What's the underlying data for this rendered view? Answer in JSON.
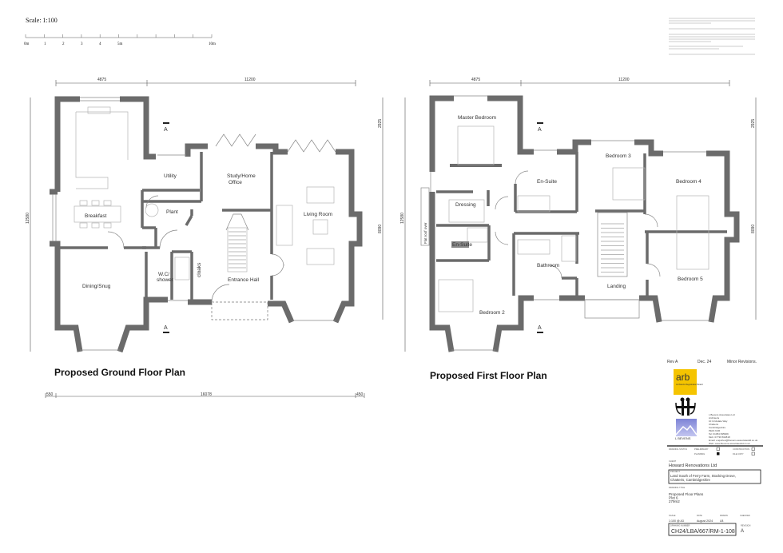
{
  "scale_bar": {
    "title": "Scale: 1:100",
    "ticks": [
      "0m",
      "1",
      "2",
      "3",
      "4",
      "5m",
      "10m"
    ]
  },
  "ground_floor": {
    "title": "Proposed Ground Floor Plan",
    "dims": {
      "top_left": "4875",
      "top_right": "11200",
      "left": "12580",
      "right_top": "2925",
      "right_bottom": "8090",
      "bottom_left": "550",
      "bottom_mid": "16078",
      "bottom_right": "450"
    },
    "section_marker": "A",
    "rooms": [
      "Breakfast",
      "Dining/Snug",
      "Utility",
      "Plant",
      "W.C/",
      "shower",
      "cloaks",
      "Study/Home",
      "Office",
      "Entrance Hall",
      "Living Room"
    ]
  },
  "first_floor": {
    "title": "Proposed First Floor Plan",
    "dims": {
      "top_left": "4875",
      "top_right": "11200",
      "left": "12580",
      "right_top": "2925",
      "right_bottom": "8090"
    },
    "section_marker": "A",
    "flat_roof_note": "Flat roof over",
    "rooms": [
      "Master Bedroom",
      "Dressing",
      "En-Suite",
      "En-Suite",
      "Bedroom 2",
      "Bathroom",
      "Landing",
      "Bedroom 3",
      "Bedroom 4",
      "Bedroom 5"
    ]
  },
  "title_block": {
    "revision": {
      "rev": "Rev A",
      "date": "Dec. 24",
      "desc": "Minor Revisions."
    },
    "arb_logo": {
      "mark": "arb",
      "text": "Architects Registration Board"
    },
    "practice_logo_text": "L BEVENS",
    "address": [
      "L Bevens Associates Ltd",
      "Architects",
      "10 Crickdale Way",
      "Chatteris",
      "Cambridgeshire",
      "PE16 6UR",
      "Tel: 01354 695969",
      "Mob: 07739 562818",
      "Email: enquiries@lbevens-associatesltd.co.uk",
      "Web: www.lbevens-associatesltd.co.uk"
    ],
    "status": {
      "label": "DRAWING STATUS",
      "preliminary": "PRELIMINARY",
      "planning": "PLANNING",
      "construction": "CONSTRUCTION",
      "file_copy": "FILE COPY",
      "selected": "PLANNING"
    },
    "client_label": "CLIENT",
    "client": "Howard Renovations Ltd",
    "project_label": "PROJECT",
    "project": [
      "Land South of Ferry Farm, Stocking Drove,",
      "Chatteris, Cambridgeshire"
    ],
    "drawing_title_label": "DRAWING TITLE",
    "drawing_title": [
      "Proposed Floor Plans",
      "Plot 6",
      "279m2"
    ],
    "scale_label": "SCALE",
    "scale": "1:100 @ A3",
    "date_label": "DATE",
    "date": "August 2024",
    "drawn_label": "DRAWN",
    "drawn": "LB",
    "checked_label": "CHECKED",
    "drawing_number_label": "DRAWING NUMBER",
    "drawing_number": "CH24/LBA/667/RM-1-108",
    "revision_label": "REVISION",
    "revision_value": "A"
  },
  "colors": {
    "wall": "#6b6b6b",
    "arb_yellow": "#f5c400",
    "logo_blue": "#8a8fd6"
  }
}
